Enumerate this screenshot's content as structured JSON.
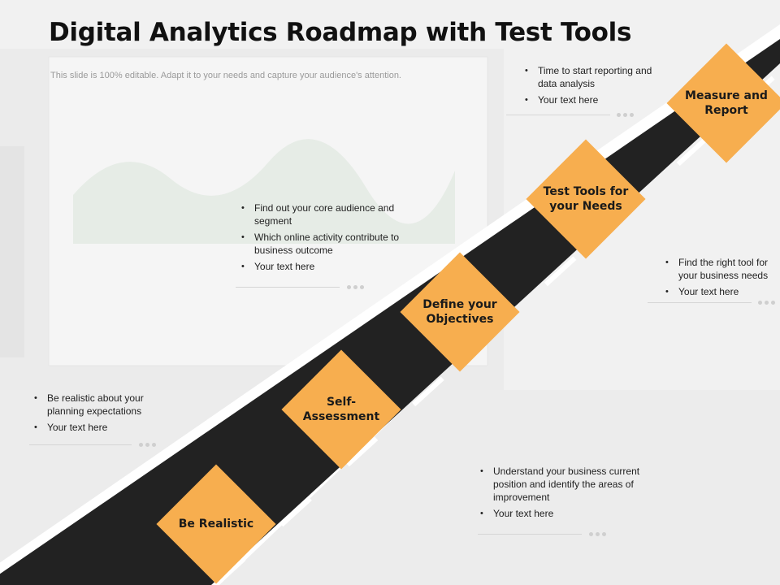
{
  "title": "Digital Analytics Roadmap with Test Tools",
  "subtitle": "This slide is 100% editable. Adapt it to your needs and capture your audience's attention.",
  "colors": {
    "accent": "#f7ae4f",
    "road": "#222222",
    "road_border": "#ffffff"
  },
  "steps": [
    {
      "label": "Be Realistic"
    },
    {
      "label": "Self-\nAssessment"
    },
    {
      "label": "Define your Objectives"
    },
    {
      "label": "Test Tools for your Needs"
    },
    {
      "label": "Measure and Report"
    }
  ],
  "notes": [
    {
      "items": [
        "Be realistic about your planning expectations",
        "Your text here"
      ]
    },
    {
      "items": [
        "Understand your business current position and identify the areas of improvement",
        "Your text here"
      ]
    },
    {
      "items": [
        "Find out your core audience and segment",
        "Which online activity contribute to business outcome",
        "Your text here"
      ]
    },
    {
      "items": [
        "Find the right tool for your business needs",
        "Your text here"
      ]
    },
    {
      "items": [
        "Time to start reporting and data analysis",
        "Your text here"
      ]
    }
  ]
}
